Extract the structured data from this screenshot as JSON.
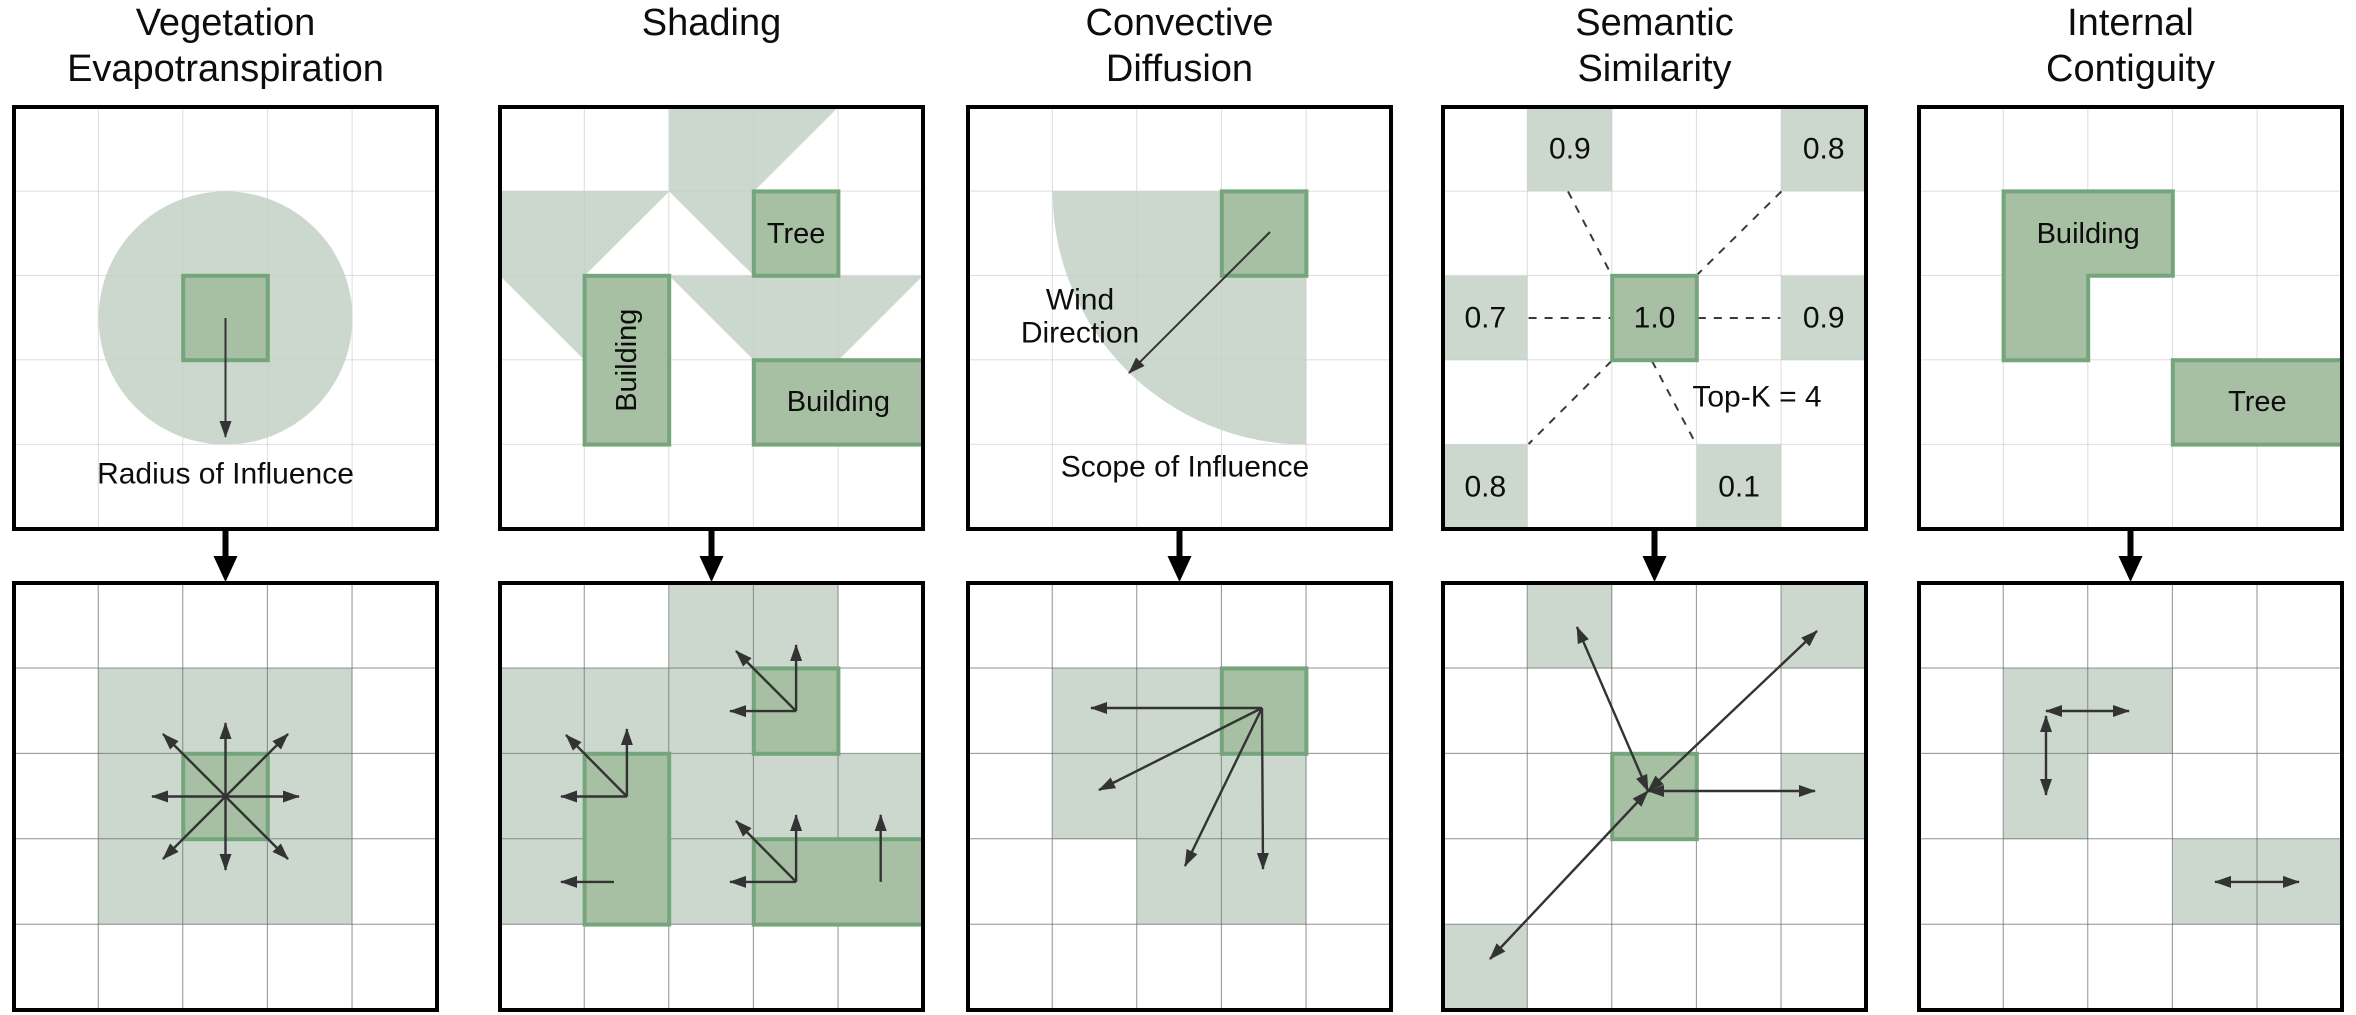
{
  "figure": {
    "colors": {
      "influence_light": "#ccd8cd",
      "object_dark": "#a7bfa3",
      "object_border": "#74a57c",
      "arrow": "#333333",
      "grid_line_top": "#c9c9c9",
      "grid_line_bottom": "#6b6b6b",
      "frame": "#000000"
    },
    "panels": [
      {
        "id": "vegetation-evapotranspiration",
        "title": [
          "Vegetation",
          "Evapotranspiration"
        ],
        "annotation": "Radius of Influence"
      },
      {
        "id": "shading",
        "title": [
          "Shading"
        ],
        "labels": {
          "tree": "Tree",
          "building_vertical": "Building",
          "building_horizontal": "Building"
        }
      },
      {
        "id": "convective-diffusion",
        "title": [
          "Convective",
          "Diffusion"
        ],
        "annotations": {
          "wind": [
            "Wind",
            "Direction"
          ],
          "scope": "Scope of Influence"
        }
      },
      {
        "id": "semantic-similarity",
        "title": [
          "Semantic",
          "Similarity"
        ],
        "annotation": "Top-K = 4",
        "values": {
          "center": "1.0",
          "top": "0.9",
          "top_right": "0.8",
          "left": "0.7",
          "right": "0.9",
          "bottom_left": "0.8",
          "bottom_right": "0.1"
        }
      },
      {
        "id": "internal-contiguity",
        "title": [
          "Internal",
          "Contiguity"
        ],
        "labels": {
          "building": "Building",
          "tree": "Tree"
        }
      }
    ]
  }
}
